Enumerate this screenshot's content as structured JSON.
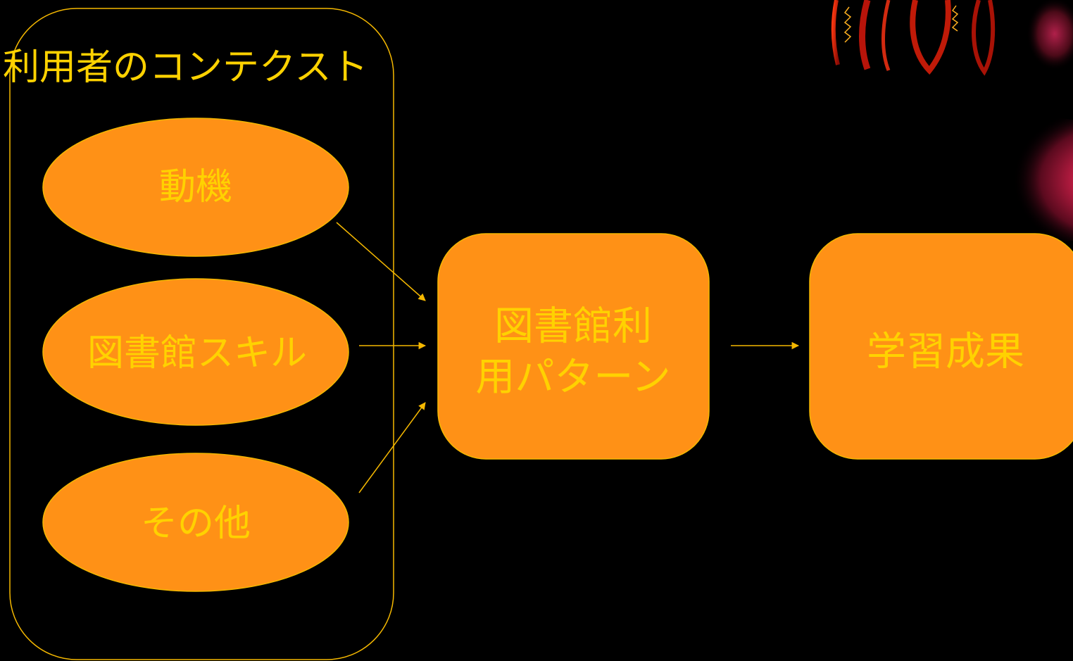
{
  "colors": {
    "background": "#000000",
    "accent_line": "#f5b800",
    "shape_fill": "#ff9116",
    "shape_text": "#ffd200",
    "group_title_text": "#ffd200",
    "decoration_red": "#c21808",
    "decoration_magenta": "#c01e4e"
  },
  "group": {
    "title": "利用者のコンテクスト",
    "items": [
      {
        "label": "動機"
      },
      {
        "label": "図書館スキル"
      },
      {
        "label": "その他"
      }
    ]
  },
  "process_box": {
    "line1": "図書館利",
    "line2": "用パターン"
  },
  "outcome_box": {
    "label": "学習成果"
  },
  "decorations": [
    "flame-ornament-icon",
    "glowing-orb-icon"
  ]
}
